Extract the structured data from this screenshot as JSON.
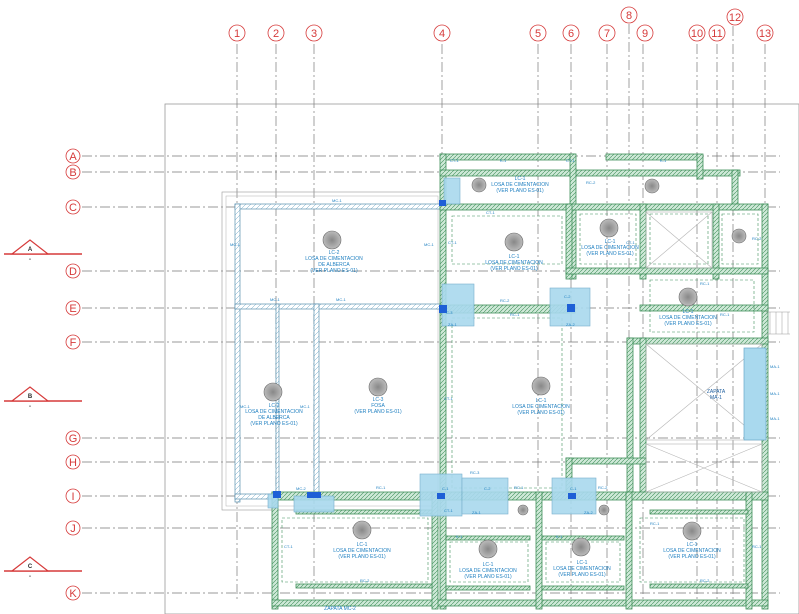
{
  "grid_columns": [
    "1",
    "2",
    "3",
    "4",
    "5",
    "6",
    "7",
    "8",
    "9",
    "10",
    "11",
    "12",
    "13"
  ],
  "grid_rows": [
    "A",
    "B",
    "C",
    "D",
    "E",
    "F",
    "G",
    "H",
    "I",
    "J",
    "K"
  ],
  "sections": [
    {
      "label": "A",
      "sub": "-"
    },
    {
      "label": "B",
      "sub": "-"
    },
    {
      "label": "C",
      "sub": "-"
    }
  ],
  "slabs": {
    "alberca_top": {
      "id": "LC-2",
      "name": "LOSA DE CIMENTACION",
      "name2": "DE ALBERCA",
      "ref": "(VER PLANO ES-01)"
    },
    "alberca_bottom": {
      "id": "LC-2",
      "name": "LOSA DE CIMENTACION",
      "name2": "DE ALBERCA",
      "ref": "(VER PLANO ES-01)"
    },
    "fosa": {
      "id": "LC-3",
      "name": "FOSA",
      "ref": "(VER PLANO ES-01)"
    },
    "top_mid": {
      "id": "LC-1",
      "name": "LOSA DE CIMENTACION",
      "ref": "(VER PLANO ES-01)"
    },
    "d_block": {
      "id": "LC-1",
      "name": "LOSA DE CIMENTACION",
      "ref": "(VER PLANO ES-01)"
    },
    "center": {
      "id": "LC-1",
      "name": "LOSA DE CIMENTACION",
      "ref": "(VER PLANO ES-01)"
    },
    "right_e": {
      "id": "LC-1",
      "name": "LOSA DE CIMENTACION",
      "ref": "(VER PLANO ES-01)"
    },
    "top_right": {
      "id": "LC-1",
      "name": "LOSA DE CIMENTACION",
      "ref": "(VER PLANO ES-01)"
    },
    "bottom_left": {
      "id": "LC-1",
      "name": "LOSA DE CIMENTACION",
      "ref": "(VER PLANO ES-01)"
    },
    "bottom_mid1": {
      "id": "LC-1",
      "name": "LOSA DE CIMENTACION",
      "ref": "(VER PLANO ES-01)"
    },
    "bottom_mid2": {
      "id": "LC-1",
      "name": "LOSA DE CIMENTACION",
      "ref": "(VER PLANO ES-01)"
    },
    "bottom_right": {
      "id": "LC-1",
      "name": "LOSA DE CIMENTACION",
      "ref": "(VER PLANO ES-01)"
    }
  },
  "zapata_right": {
    "name": "ZAPATA",
    "id": "MA-1"
  },
  "zapata_bottom": "ZAPATA MC-2",
  "beam_labels": {
    "mc1": "MC-1",
    "mc2": "MC-2",
    "rc1": "RC-1",
    "rc2": "RC-2",
    "rc3": "RC-3",
    "ct1": "CT-1",
    "za1": "ZA-1",
    "za2": "ZA-2",
    "c1": "C-1",
    "c2": "C-2",
    "c3": "C-3",
    "k1": "K-1",
    "ma1": "MA-1"
  },
  "colors": {
    "axis": "#d63a3a",
    "beam_green": "#3f8f5a",
    "beam_fill": "#9fd3b0",
    "wall_blue": "#6aa7c9",
    "text_blue": "#1e7fc0",
    "column_blue": "#1e5fd6",
    "zapata_fill": "#a9d9ee"
  }
}
